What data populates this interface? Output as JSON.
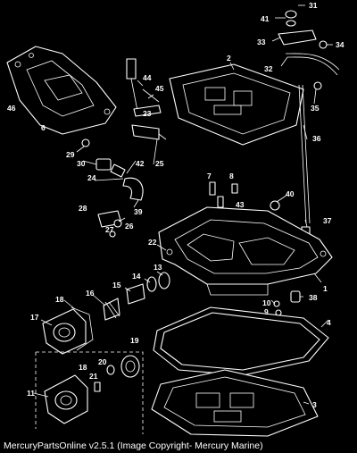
{
  "footer": "MercuryPartsOnline v2.5.1 (Image Copyright- Mercury Marine)",
  "colors": {
    "background": "#000000",
    "line": "#ffffff"
  },
  "callouts": [
    "31",
    "41",
    "33",
    "34",
    "2",
    "32",
    "44",
    "45",
    "23",
    "46",
    "6",
    "35",
    "36",
    "29",
    "30",
    "42",
    "25",
    "24",
    "7",
    "8",
    "40",
    "43",
    "28",
    "39",
    "27",
    "26",
    "37",
    "22",
    "14",
    "13",
    "15",
    "16",
    "18",
    "17",
    "1",
    "10",
    "9",
    "38",
    "4",
    "19",
    "20",
    "21",
    "11",
    "3"
  ]
}
